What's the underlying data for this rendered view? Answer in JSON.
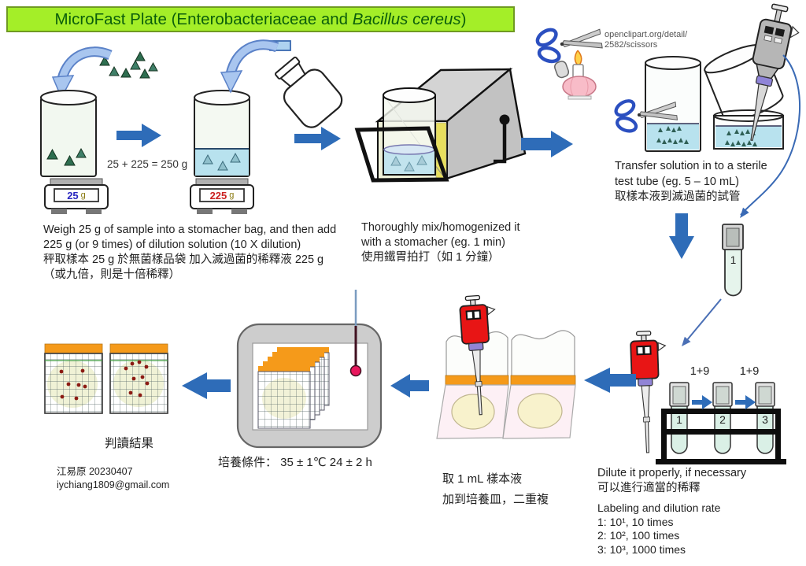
{
  "title": {
    "pre": "MicroFast Plate (Enterobacteriaceae and ",
    "italic": "Bacillus cereus",
    "post": ")"
  },
  "annotations": {
    "sum": "25 + 225 = 250 g",
    "weigh_l1": "Weigh 25 g of sample into a stomacher bag, and then add",
    "weigh_l2": "225 g (or 9 times) of dilution solution (10 X dilution)",
    "weigh_l3": "秤取樣本  25 g  於無菌樣品袋 加入滅過菌的稀釋液  225 g",
    "weigh_l4": "（或九倍，則是十倍稀釋）",
    "mix_l1": "Thoroughly mix/homogenized it",
    "mix_l2": "with a stomacher (eg. 1 min)",
    "mix_l3": "使用鐵胃拍打（如 1 分鐘）",
    "transfer_l1": "Transfer solution in to a sterile",
    "transfer_l2": "test tube (eg.  5 – 10 mL)",
    "transfer_l3": "取樣本液到滅過菌的試管",
    "dilute_l1": "Dilute it properly, if necessary",
    "dilute_l2": "可以進行適當的稀釋",
    "label_l1": "Labeling and dilution rate",
    "label_l2": "1: 10¹, 10 times",
    "label_l3": "2: 10², 100 times",
    "label_l4": "3: 10³, 1000 times",
    "plate_l1": "取  1 mL  樣本液",
    "plate_l2": "加到培養皿，二重複",
    "incubation": "培養條件：  35 ± 1℃   24   ± 2 h",
    "result": "判讀結果",
    "credit_l1": "openclipart.org/detail/",
    "credit_l2": "2582/scissors",
    "author_l1": "江易原  20230407",
    "author_l2": "iychiang1809@gmail.com"
  },
  "scales": {
    "scale1_value": "25",
    "scale1_unit": "g",
    "scale2_value": "225",
    "scale2_unit": "g"
  },
  "tubes": {
    "transfer_tube_label": "1",
    "rack_tube1": "1",
    "rack_tube2": "2",
    "rack_tube3": "3",
    "ratio_left": "1+9",
    "ratio_right": "1+9"
  },
  "colors": {
    "title_bg": "#a4ee28",
    "title_text": "#0b5e0b",
    "arrow_blue": "#2e6cb8",
    "light_arrow": "#a9c6ef",
    "orange_strip": "#f59a1a",
    "pipette_red": "#e81515",
    "pipette_purple": "#9184d6",
    "liquid_blue": "#b8e2ee",
    "scale1_value_color": "#2a28c0",
    "scale2_value_color": "#cc2222"
  }
}
